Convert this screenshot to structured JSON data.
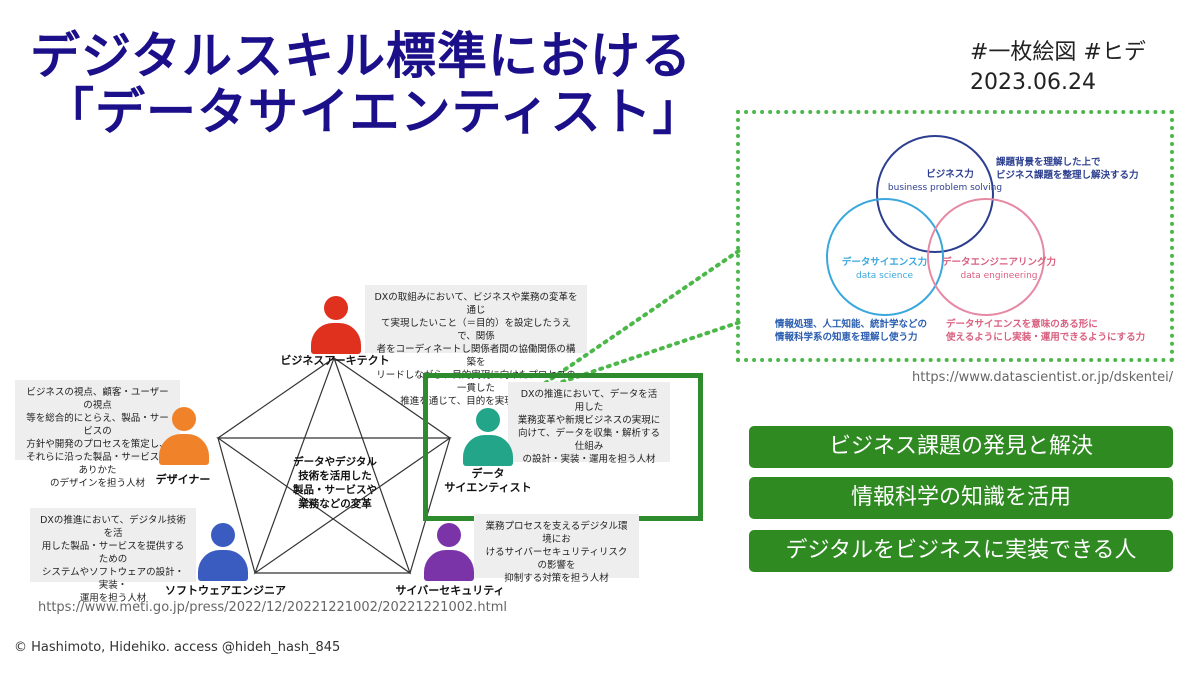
{
  "title": {
    "line1": "デジタルスキル標準における",
    "line2": "「データサイエンティスト」"
  },
  "tags": {
    "hashtags": "#一枚絵図 #ヒデ",
    "date": "2023.06.24"
  },
  "venn": {
    "business": {
      "name": "ビジネス力",
      "en": "business problem solving",
      "note1": "課題背景を理解した上で",
      "note2": "ビジネス課題を整理し解決する力"
    },
    "science": {
      "name": "データサイエンス力",
      "en": "data science",
      "note1": "情報処理、人工知能、統計学などの",
      "note2": "情報科学系の知恵を理解し使う力"
    },
    "engineering": {
      "name": "データエンジニアリング力",
      "en": "data engineering",
      "note1": "データサイエンスを意味のある形に",
      "note2": "使えるようにし実装・運用できるようにする力"
    },
    "source": "https://www.datascientist.or.jp/dskentei/",
    "colors": {
      "business": "#2c3e8f",
      "science": "#3aa8dc",
      "engineering": "#e58aa4"
    }
  },
  "summary": [
    "ビジネス課題の発見と解決",
    "情報科学の知識を活用",
    "デジタルをビジネスに実装できる人"
  ],
  "roles": {
    "architect": {
      "label": "ビジネスアーキテクト",
      "desc": [
        "DXの取組みにおいて、ビジネスや業務の変革を通じ",
        "て実現したいこと（＝目的）を設定したうえで、関係",
        "者をコーディネートし関係者間の協働関係の構築を",
        "リードしながら、目的実現に向けたプロセスの一貫した",
        "推進を通じて、目的を実現する人材"
      ],
      "color": "#e0311e"
    },
    "designer": {
      "label": "デザイナー",
      "desc": [
        "ビジネスの視点、顧客・ユーザーの視点",
        "等を総合的にとらえ、製品・サービスの",
        "方針や開発のプロセスを策定し、",
        "それらに沿った製品・サービスのありかた",
        "のデザインを担う人材"
      ],
      "color": "#f0822a"
    },
    "scientist": {
      "label1": "データ",
      "label2": "サイエンティスト",
      "desc": [
        "DXの推進において、データを活用した",
        "業務変革や新規ビジネスの実現に",
        "向けて、データを収集・解析する仕組み",
        "の設計・実装・運用を担う人材"
      ],
      "color": "#23a58a"
    },
    "software": {
      "label": "ソフトウェアエンジニア",
      "desc": [
        "DXの推進において、デジタル技術を活",
        "用した製品・サービスを提供するための",
        "システムやソフトウェアの設計・実装・",
        "運用を担う人材"
      ],
      "color": "#3a5bc0"
    },
    "security": {
      "label": "サイバーセキュリティ",
      "desc": [
        "業務プロセスを支えるデジタル環境にお",
        "けるサイバーセキュリティリスクの影響を",
        "抑制する対策を担う人材"
      ],
      "color": "#7a34a8"
    },
    "center": [
      "データやデジタル",
      "技術を活用した",
      "製品・サービスや",
      "業務などの変革"
    ]
  },
  "meti_source": "https://www.meti.go.jp/press/2022/12/20221221002/20221221002.html",
  "footer": "© Hashimoto, Hidehiko.   access @hideh_hash_845"
}
